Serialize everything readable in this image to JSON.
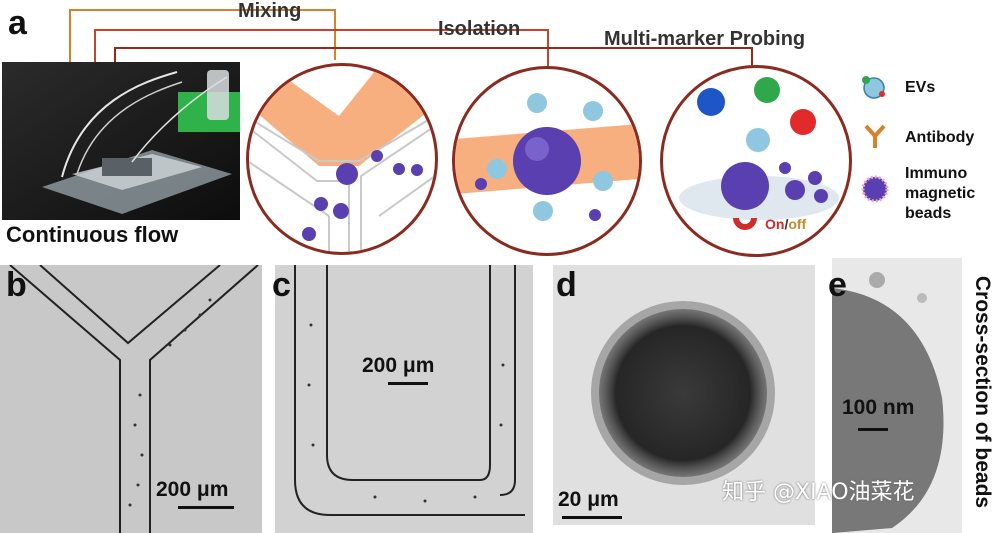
{
  "panels": {
    "a": {
      "letter": "a",
      "caption": "Continuous flow"
    },
    "b": {
      "letter": "b",
      "scale": "200 μm"
    },
    "c": {
      "letter": "c",
      "scale": "200 μm"
    },
    "d": {
      "letter": "d",
      "scale": "20 μm"
    },
    "e": {
      "letter": "e",
      "scale": "100 nm",
      "side_label": "Cross-section of beads"
    }
  },
  "steps": {
    "mixing": "Mixing",
    "isolation": "Isolation",
    "probing": "Multi-marker Probing"
  },
  "magnet_label": {
    "on": "On",
    "sep": "/",
    "off": "off"
  },
  "legend": {
    "evs": "EVs",
    "antibody": "Antibody",
    "beads_line1": "Immuno",
    "beads_line2": "magnetic",
    "beads_line3": "beads"
  },
  "watermark": "知乎 @XIAO油菜花",
  "colors": {
    "stream": "#f7a169",
    "bead": "#5a3fb0",
    "connector_orange": "#d9812a",
    "connector_red": "#b9301f",
    "circle_border": "#8b2a1f"
  }
}
